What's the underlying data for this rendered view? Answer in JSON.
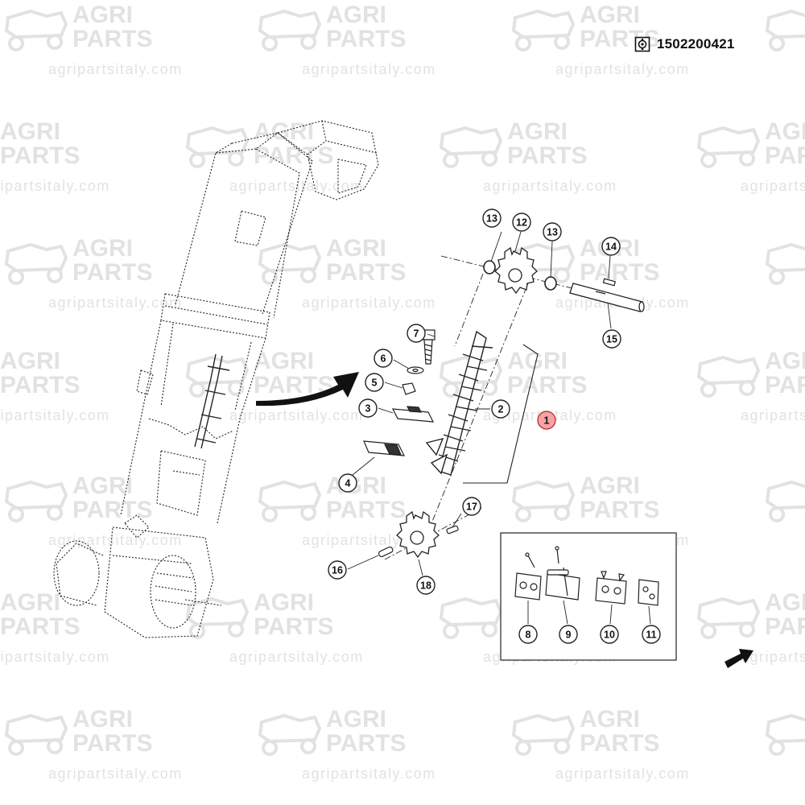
{
  "part_code": "1502200421",
  "watermark": {
    "line1": "AGRI",
    "line2": "PARTS",
    "url": "agripartsitaly.com"
  },
  "callouts": {
    "c1": "1",
    "c2": "2",
    "c3": "3",
    "c4": "4",
    "c5": "5",
    "c6": "6",
    "c7": "7",
    "c8": "8",
    "c9": "9",
    "c10": "10",
    "c11": "11",
    "c12": "12",
    "c13a": "13",
    "c13b": "13",
    "c14": "14",
    "c15": "15",
    "c16": "16",
    "c17": "17",
    "c18": "18"
  },
  "colors": {
    "line": "#222222",
    "highlight_fill": "#f4a3a8",
    "highlight_stroke": "#c0392b",
    "watermark": "#e2e2e2"
  },
  "icons": {
    "code_icon": "parts-catalog-icon",
    "arrow_main": "pointer-arrow-icon",
    "arrow_small": "next-arrow-icon"
  }
}
